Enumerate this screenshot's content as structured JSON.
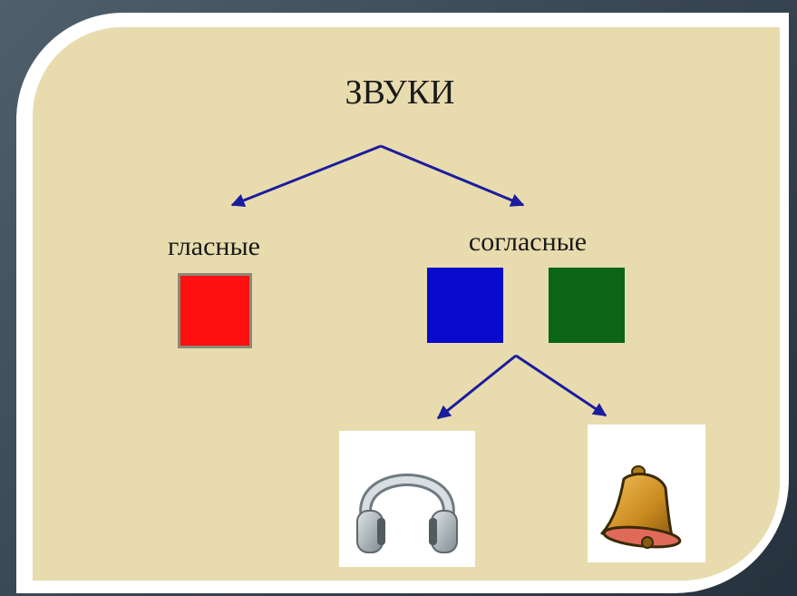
{
  "diagram": {
    "title": "ЗВУКИ",
    "left_branch": {
      "label": "гласные",
      "color": "#ff1111"
    },
    "right_branch": {
      "label": "согласные",
      "colors": [
        "#0a0acc",
        "#0b6616"
      ],
      "sub_icons": [
        "headphones-icon",
        "bell-icon"
      ]
    },
    "colors": {
      "panel": "#e8dcae",
      "arrow": "#1c1c9e",
      "frame": "#ffffff"
    }
  }
}
